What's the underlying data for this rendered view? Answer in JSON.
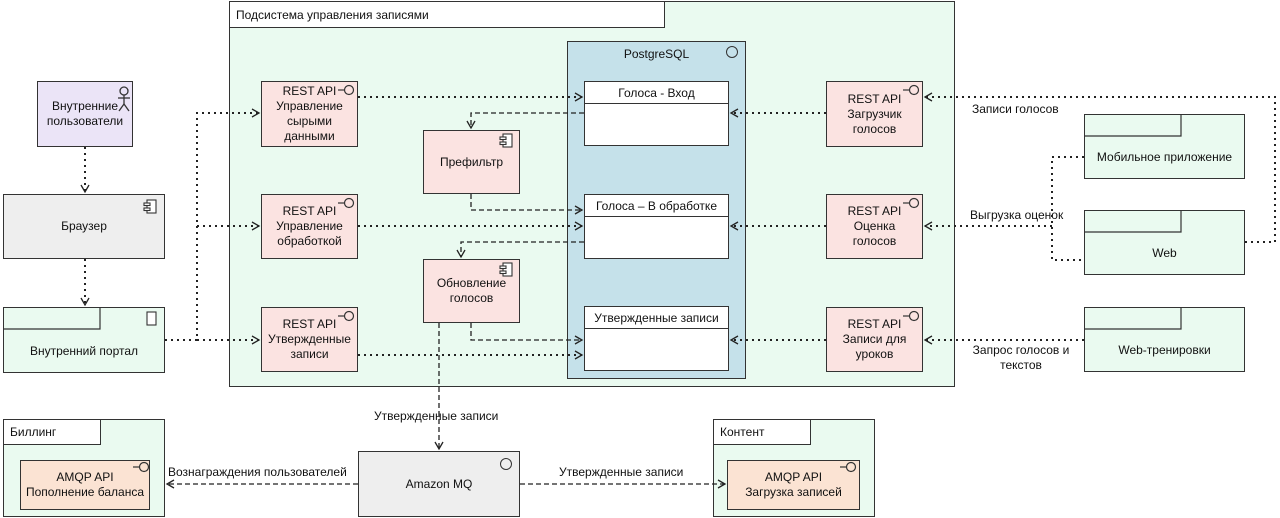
{
  "subsystem": {
    "title": "Подсистема управления записями"
  },
  "postgres": {
    "title": "PostgreSQL",
    "tables": [
      "Голоса - Вход",
      "Голоса – В обработке",
      "Утвержденные записи"
    ]
  },
  "actor": {
    "label": "Внутренние пользователи"
  },
  "browser": {
    "label": "Браузер"
  },
  "portal": {
    "label": "Внутренний портал"
  },
  "rest_left": [
    {
      "title": "REST API",
      "name": "Управление сырыми данными"
    },
    {
      "title": "REST API",
      "name": "Управление обработкой"
    },
    {
      "title": "REST API",
      "name": "Утвержденные записи"
    }
  ],
  "prefilter": {
    "label": "Префильтр"
  },
  "updater": {
    "label": "Обновление голосов"
  },
  "rest_right": [
    {
      "title": "REST API",
      "name": "Загрузчик голосов"
    },
    {
      "title": "REST API",
      "name": "Оценка голосов"
    },
    {
      "title": "REST API",
      "name": "Записи для уроков"
    }
  ],
  "clients": {
    "mobile": "Мобильное приложение",
    "web": "Web",
    "web_training": "Web-тренировки"
  },
  "edge_labels": {
    "voice_records": "Записи голосов",
    "upload_ratings": "Выгрузка оценок",
    "request_voices": "Запрос голосов и текстов",
    "approved_down": "Утвержденные записи",
    "rewards": "Вознаграждения пользователей",
    "approved_right": "Утвержденные записи"
  },
  "billing": {
    "title": "Биллинг",
    "api_title": "AMQP API",
    "api_name": "Пополнение баланса"
  },
  "mq": {
    "label": "Amazon MQ"
  },
  "content": {
    "title": "Контент",
    "api_title": "AMQP API",
    "api_name": "Загрузка записей"
  }
}
